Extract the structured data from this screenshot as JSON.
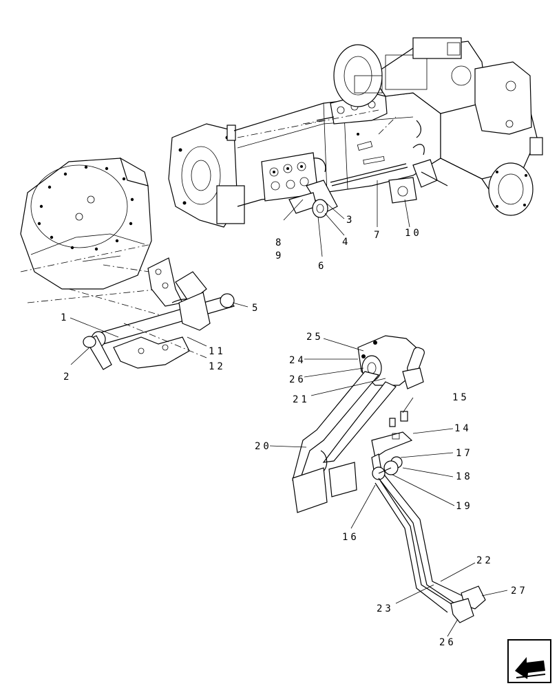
{
  "diagram": {
    "callouts": [
      {
        "id": "c1",
        "label": "1"
      },
      {
        "id": "c2",
        "label": "2"
      },
      {
        "id": "c3",
        "label": "3"
      },
      {
        "id": "c4",
        "label": "4"
      },
      {
        "id": "c5",
        "label": "5"
      },
      {
        "id": "c6",
        "label": "6"
      },
      {
        "id": "c7",
        "label": "7"
      },
      {
        "id": "c8",
        "label": "8"
      },
      {
        "id": "c9",
        "label": "9"
      },
      {
        "id": "c10",
        "label": "10"
      },
      {
        "id": "c11",
        "label": "11"
      },
      {
        "id": "c12",
        "label": "12"
      },
      {
        "id": "c14",
        "label": "14"
      },
      {
        "id": "c15",
        "label": "15"
      },
      {
        "id": "c16",
        "label": "16"
      },
      {
        "id": "c17",
        "label": "17"
      },
      {
        "id": "c18",
        "label": "18"
      },
      {
        "id": "c19",
        "label": "19"
      },
      {
        "id": "c20",
        "label": "20"
      },
      {
        "id": "c21",
        "label": "21"
      },
      {
        "id": "c22",
        "label": "22"
      },
      {
        "id": "c23",
        "label": "23"
      },
      {
        "id": "c24",
        "label": "24"
      },
      {
        "id": "c25",
        "label": "25"
      },
      {
        "id": "c26a",
        "label": "26"
      },
      {
        "id": "c26b",
        "label": "26"
      },
      {
        "id": "c27",
        "label": "27"
      }
    ],
    "nav_icon": "arrow-back-icon"
  }
}
